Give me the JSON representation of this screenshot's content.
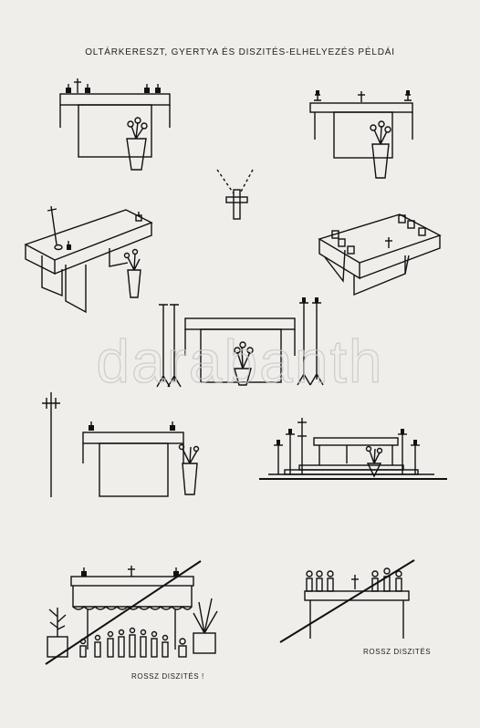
{
  "title": "OLTÁRKERESZT, GYERTYA ÉS DISZITÉS-ELHELYEZÉS PÉLDÁI",
  "captions": {
    "bad_left": "ROSSZ DISZITÉS !",
    "bad_right": "ROSSZ DISZITÉS"
  },
  "watermark": "darabanth",
  "colors": {
    "paper": "#efeeea",
    "ink": "#111111"
  }
}
